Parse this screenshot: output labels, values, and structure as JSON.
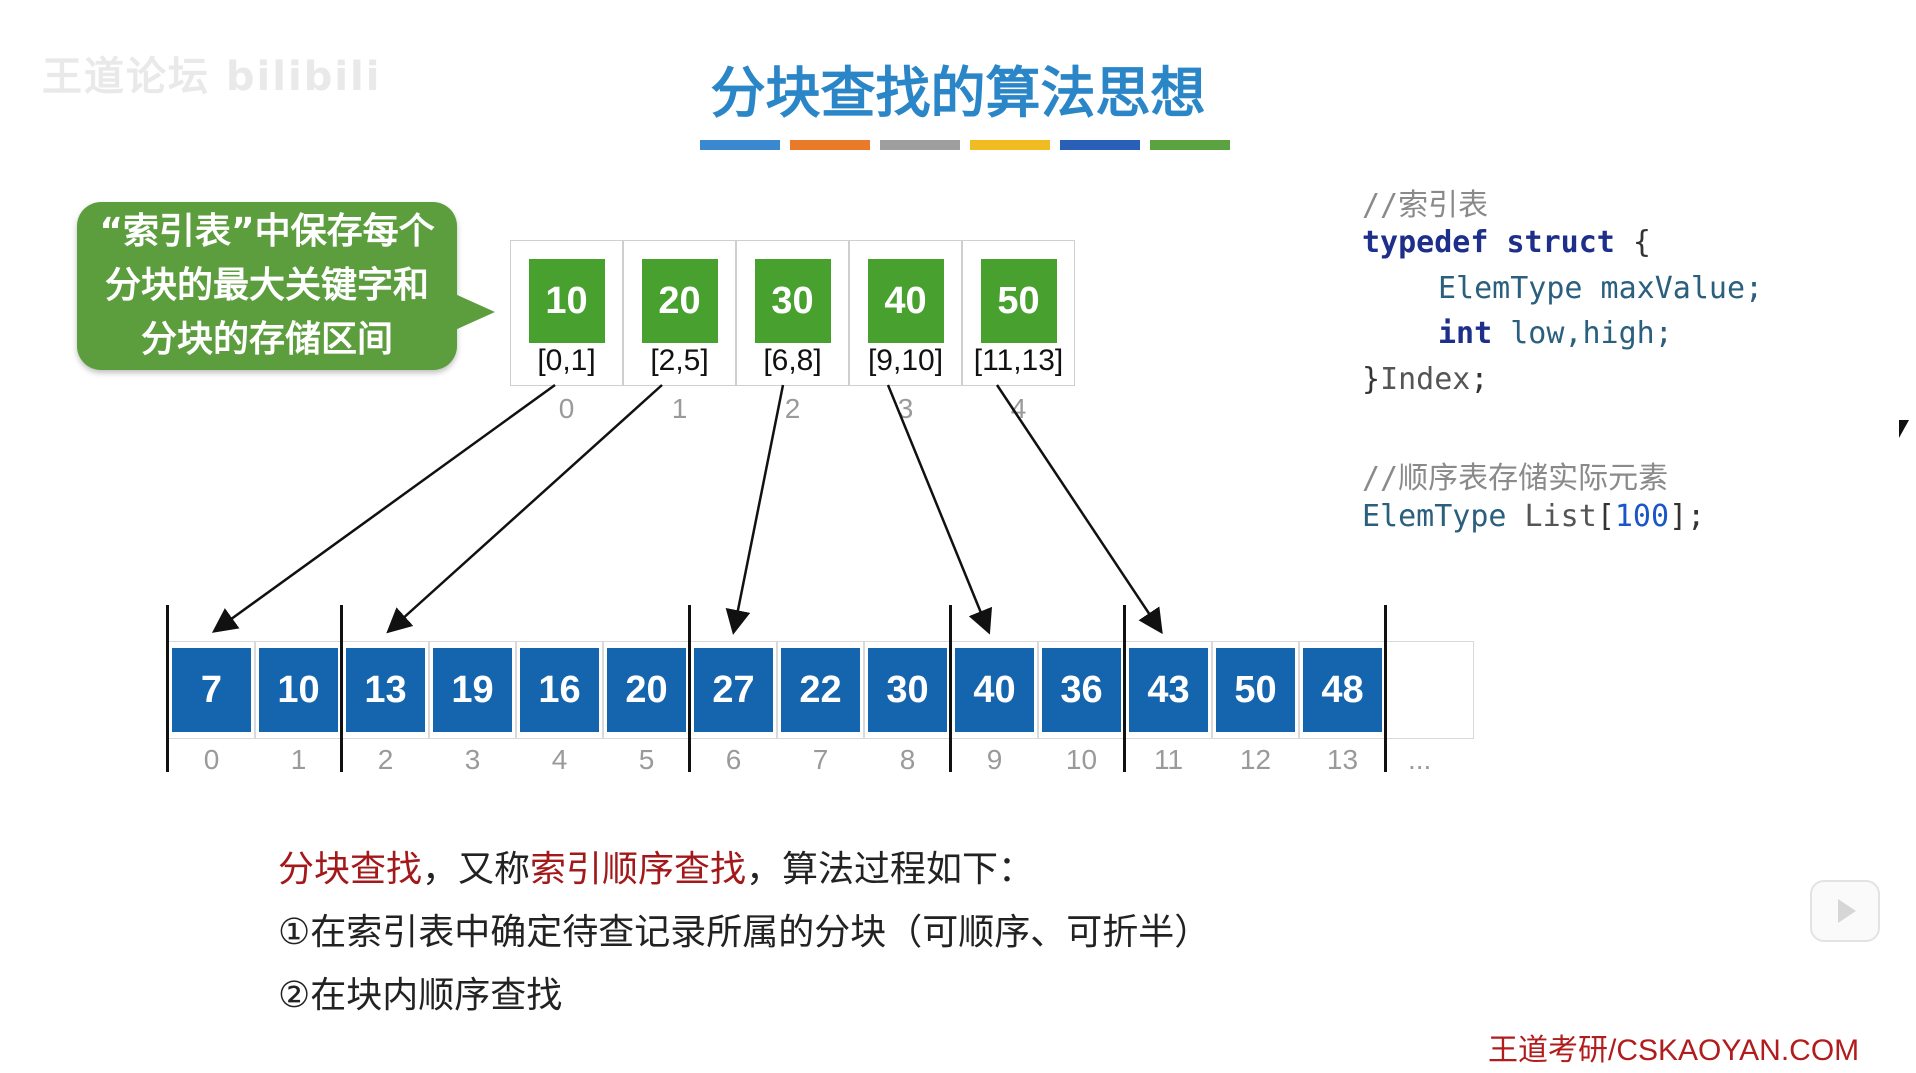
{
  "watermark": "王道论坛 bilibili",
  "title": "分块查找的算法思想",
  "title_bar_colors": [
    "#3a88cf",
    "#e87a2a",
    "#9e9e9e",
    "#f1bb22",
    "#2a5fb8",
    "#5ba340"
  ],
  "bubble": {
    "lines": [
      "“索引表”中保存每个",
      "分块的最大关键字和",
      "分块的存储区间"
    ]
  },
  "index_table": {
    "entries": [
      {
        "max": "10",
        "range": "[0,1]",
        "index": "0"
      },
      {
        "max": "20",
        "range": "[2,5]",
        "index": "1"
      },
      {
        "max": "30",
        "range": "[6,8]",
        "index": "2"
      },
      {
        "max": "40",
        "range": "[9,10]",
        "index": "3"
      },
      {
        "max": "50",
        "range": "[11,13]",
        "index": "4"
      }
    ]
  },
  "list": {
    "values": [
      "7",
      "10",
      "13",
      "19",
      "16",
      "20",
      "27",
      "22",
      "30",
      "40",
      "36",
      "43",
      "50",
      "48"
    ],
    "indices": [
      "0",
      "1",
      "2",
      "3",
      "4",
      "5",
      "6",
      "7",
      "8",
      "9",
      "10",
      "11",
      "12",
      "13"
    ],
    "ellipsis": "..."
  },
  "code": {
    "comment1": "//索引表",
    "kw_typedef": "typedef",
    "kw_struct": "struct",
    "brace_open": " {",
    "elemtype": "ElemType",
    "maxvalue": " maxValue;",
    "kw_int": "int",
    "lowhigh": " low,high;",
    "brace_close": "}",
    "index_name": "Index",
    "semicolon": ";",
    "comment2": "//顺序表存储实际元素",
    "list_decl": " List",
    "bracket_open": "[",
    "size": "100",
    "bracket_close": "];"
  },
  "description": {
    "line1_a": "分块查找",
    "line1_b": "，又称",
    "line1_c": "索引顺序查找",
    "line1_d": "，算法过程如下：",
    "line2": "①在索引表中确定待查记录所属的分块（可顺序、可折半）",
    "line3": "②在块内顺序查找"
  },
  "footer": "王道考研/CSKAOYAN.COM",
  "colors": {
    "title": "#2b86c8",
    "bubble": "#5c9d3e",
    "index_box": "#48a02f",
    "list_box": "#1565ae",
    "highlight_red": "#a3181a",
    "footer": "#b11c1c"
  }
}
